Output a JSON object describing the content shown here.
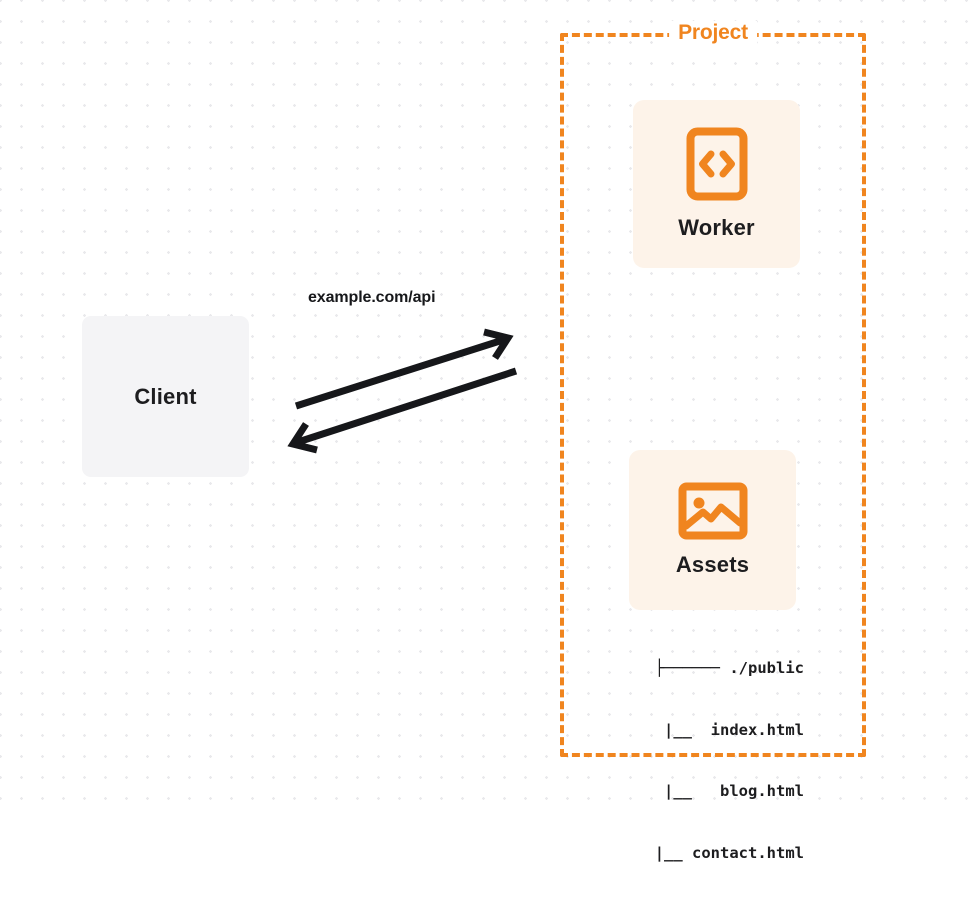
{
  "diagram": {
    "title_visible": false,
    "colors": {
      "accent_orange": "#f0851f",
      "card_background": "#fdf3e9",
      "client_background": "#f4f4f6",
      "text_dark": "#1d1d1f",
      "arrow_stroke": "#16171a",
      "grid_dot": "#e9e9ec",
      "canvas_background": "#ffffff"
    },
    "client": {
      "label": "Client"
    },
    "connection": {
      "label": "example.com/api",
      "request_direction": "client-to-project",
      "response_direction": "project-to-client"
    },
    "project": {
      "title": "Project",
      "nodes": [
        {
          "id": "worker",
          "label": "Worker",
          "icon": "code-brackets-icon"
        },
        {
          "id": "assets",
          "label": "Assets",
          "icon": "image-picture-icon"
        }
      ],
      "file_tree": [
        "├────── ./public",
        "     |__  index.html",
        "     |__   blog.html",
        "     |__ contact.html"
      ]
    }
  }
}
